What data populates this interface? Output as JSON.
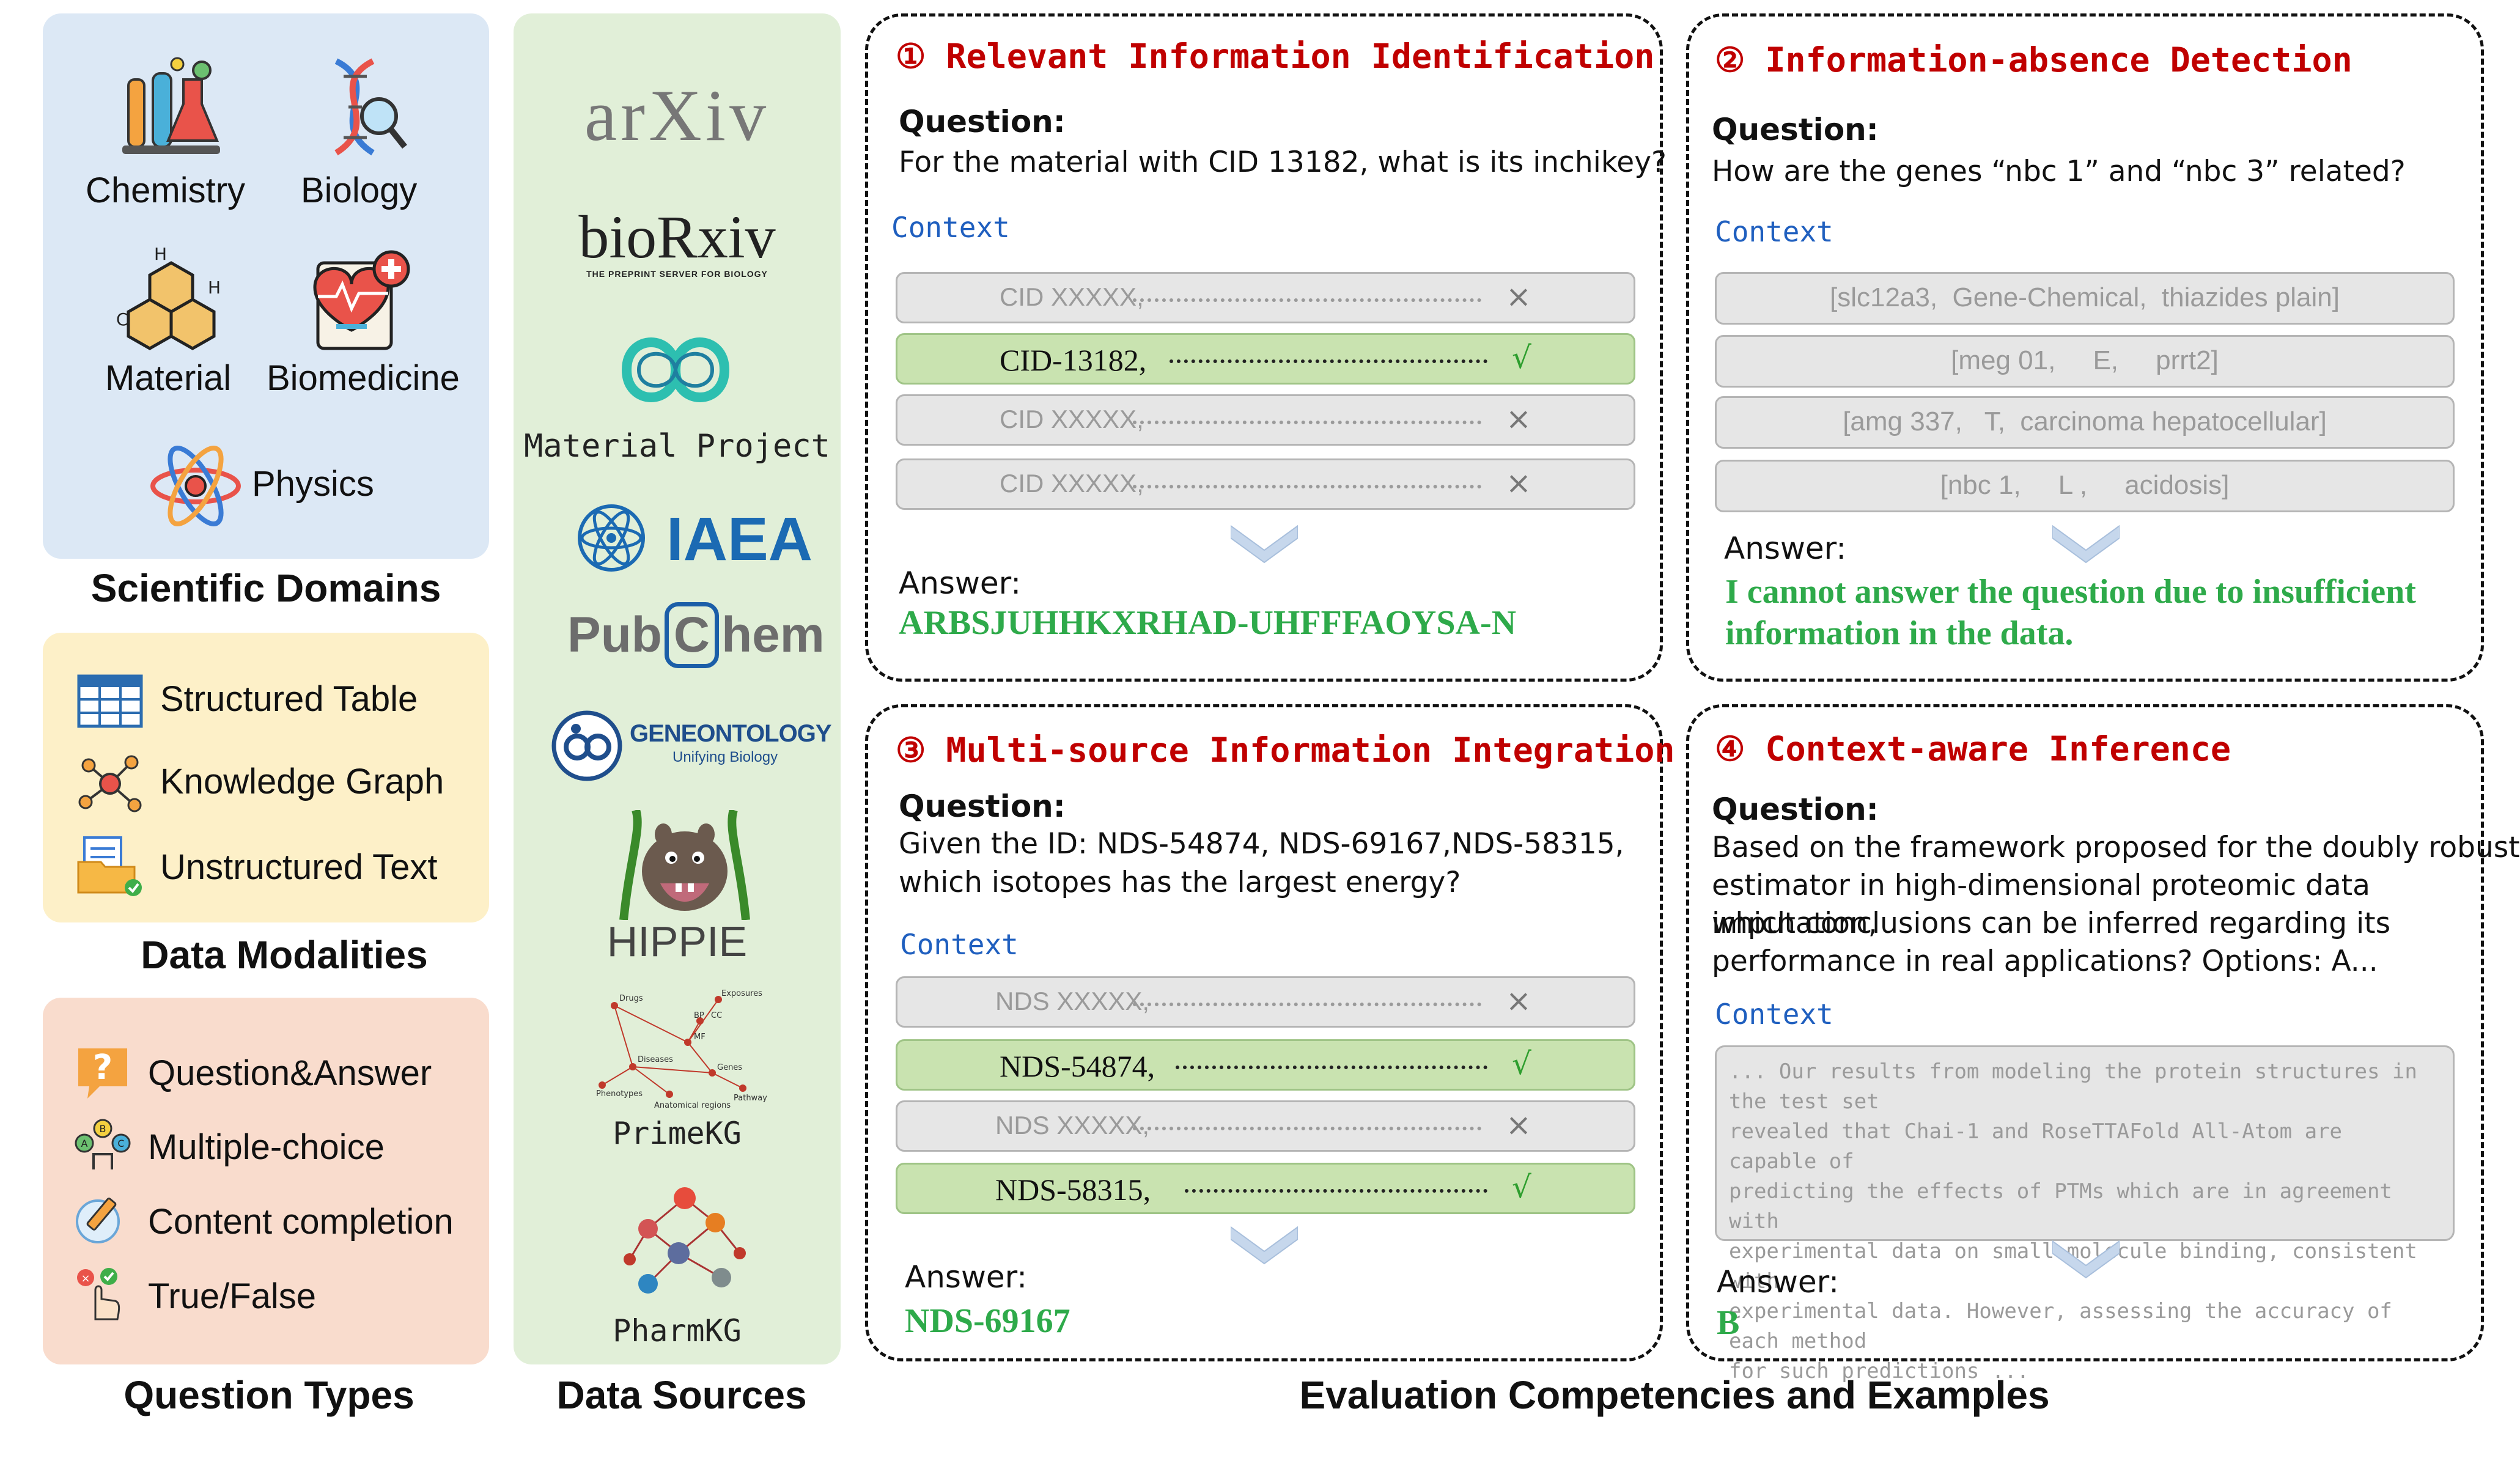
{
  "column_captions": {
    "domains": "Scientific Domains",
    "modalities": "Data Modalities",
    "question_types": "Question Types",
    "sources": "Data Sources",
    "competencies": "Evaluation Competencies and Examples"
  },
  "domains": [
    "Chemistry",
    "Biology",
    "Material",
    "Biomedicine",
    "Physics"
  ],
  "modalities": [
    "Structured Table",
    "Knowledge Graph",
    "Unstructured Text"
  ],
  "question_types": [
    "Question&Answer",
    "Multiple-choice",
    "Content completion",
    "True/False"
  ],
  "sources": {
    "arxiv": "arXiv",
    "biorxiv": "bioRxiv",
    "biorxiv_tagline": "THE PREPRINT SERVER FOR BIOLOGY",
    "material_project": "Material Project",
    "iaea": "IAEA",
    "pubchem_a": "Pub",
    "pubchem_b": "C",
    "pubchem_c": "hem",
    "geneontology": "GENEONTOLOGY",
    "geneontology_tagline": "Unifying Biology",
    "hippie": "HIPPIE",
    "primekg": "PrimeKG",
    "pharmkg": "PharmKG",
    "primekg_nodes": [
      "Drugs",
      "Exposures",
      "BP",
      "CC",
      "MF",
      "Diseases",
      "Genes",
      "Phenotypes",
      "Pathways",
      "Anatomical regions"
    ]
  },
  "panels": {
    "p1": {
      "title": "① Relevant Information Identification",
      "question_label": "Question:",
      "question": "For the material with CID 13182, what is its inchikey?",
      "context_label": "Context",
      "rows": [
        {
          "text": "CID XXXXX,",
          "mark": "×"
        },
        {
          "text": "CID-13182,",
          "mark": "√"
        },
        {
          "text": "CID XXXXX,",
          "mark": "×"
        },
        {
          "text": "CID XXXXX,",
          "mark": "×"
        }
      ],
      "answer_label": "Answer:",
      "answer": "ARBSJUHHKXRHAD-UHFFFAOYSA-N"
    },
    "p2": {
      "title": "② Information-absence Detection",
      "question_label": "Question:",
      "question": "How are the genes “nbc  1” and “nbc 3” related?",
      "context_label": "Context",
      "rows": [
        "[slc12a3,  Gene-Chemical,  thiazides plain]",
        "[meg 01,     E,     prrt2]",
        "[amg 337,   T,  carcinoma hepatocellular]",
        "[nbc 1,     L ,     acidosis]"
      ],
      "answer_label": "Answer:",
      "answer_line1": "I cannot answer the question due to insufficient",
      "answer_line2": "information in the data."
    },
    "p3": {
      "title": "③ Multi-source Information Integration",
      "question_label": "Question:",
      "question_line1": "Given the ID: NDS-54874, NDS-69167,NDS-58315,",
      "question_line2": "which isotopes has the largest energy?",
      "context_label": "Context",
      "rows": [
        {
          "text": "NDS XXXXX,",
          "mark": "×"
        },
        {
          "text": "NDS-54874,",
          "mark": "√"
        },
        {
          "text": "NDS XXXXX,",
          "mark": "×"
        },
        {
          "text": "NDS-58315,",
          "mark": "√"
        }
      ],
      "answer_label": "Answer:",
      "answer": "NDS-69167"
    },
    "p4": {
      "title": "④ Context-aware Inference",
      "question_label": "Question:",
      "question_lines": [
        "Based on the framework proposed for the doubly robust",
        "estimator in high-dimensional proteomic data imputation,",
        "which conclusions can be inferred regarding its",
        "performance in real applications?    Options:  A..."
      ],
      "context_label": "Context",
      "context_lines": [
        "... Our results from modeling the protein structures in the test set",
        "revealed that Chai-1 and RoseTTAFold All-Atom are capable of",
        "predicting the effects of PTMs which are in agreement with",
        "experimental data on small molecule binding, consistent with",
        "experimental data. However, assessing the accuracy of each method",
        "for such predictions ..."
      ],
      "answer_label": "Answer:",
      "answer": "B"
    }
  },
  "colors": {
    "domains_bg": "#dce8f5",
    "modalities_bg": "#fdf0c8",
    "qtypes_bg": "#f9dccd",
    "sources_bg": "#e1efd8",
    "title_red": "#c00000",
    "answer_green": "#2eaa4a",
    "context_blue": "#1f5fbf"
  }
}
